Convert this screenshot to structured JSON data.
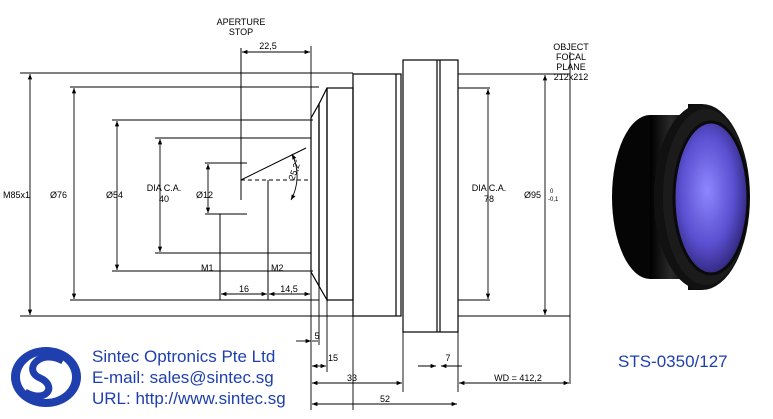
{
  "labels": {
    "aperture_stop": [
      "APERTURE",
      "STOP"
    ],
    "object_plane": [
      "OBJECT",
      "FOCAL",
      "PLANE",
      "212x212"
    ],
    "thread": "M85x1",
    "dia76": "Ø76",
    "dia54": "Ø54",
    "dia_ca_40": [
      "DIA C.A.",
      "40"
    ],
    "dia12": "Ø12",
    "dia_ca_78": [
      "DIA C.A.",
      "78"
    ],
    "dia95": "Ø95",
    "dia95_tol_upper": "0",
    "dia95_tol_lower": "-0,1",
    "angle": "25,2°",
    "m1": "M1",
    "m2": "M2",
    "d22_5": "22,5",
    "d16": "16",
    "d14_5": "14,5",
    "d5": "5",
    "d15": "15",
    "d33": "33",
    "d52": "52",
    "d7": "7",
    "wd": "WD = 412,2"
  },
  "company": {
    "name": "Sintec Optronics Pte Ltd",
    "email": "E-mail: sales@sintec.sg",
    "url": "URL: http://www.sintec.sg"
  },
  "part_number": "STS-0350/127",
  "colors": {
    "brand_blue": "#1f3fae",
    "line": "#000000",
    "lens_body": "#111111",
    "lens_glass": "#5a4fd0"
  },
  "icons": {
    "logo": "sintec-logo-icon",
    "photo": "lens-photo"
  }
}
